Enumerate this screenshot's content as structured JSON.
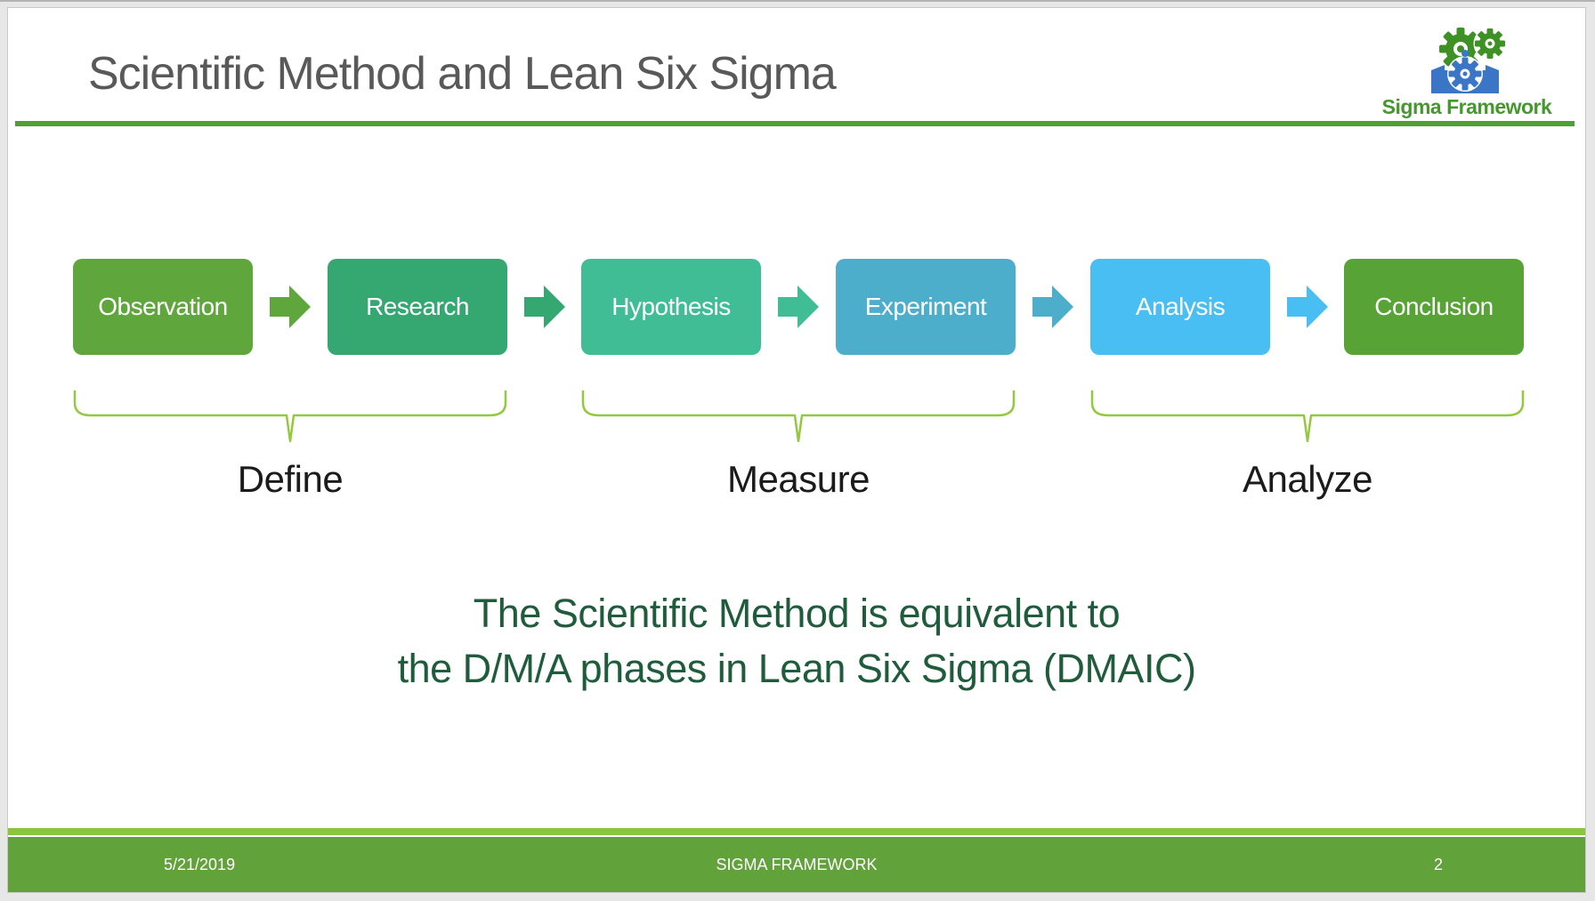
{
  "slide": {
    "title": "Scientific Method and Lean Six Sigma",
    "title_color": "#595959",
    "accent_line_color": "#4f9f33",
    "logo": {
      "text": "Sigma Framework",
      "text_color": "#44982e",
      "gear_color": "#3e9124",
      "blue_color": "#3a76c5"
    },
    "flow": {
      "steps": [
        {
          "label": "Observation",
          "color": "#5fa63d"
        },
        {
          "label": "Research",
          "color": "#35a872"
        },
        {
          "label": "Hypothesis",
          "color": "#41bd95"
        },
        {
          "label": "Experiment",
          "color": "#4caecb"
        },
        {
          "label": "Analysis",
          "color": "#49bef2"
        },
        {
          "label": "Conclusion",
          "color": "#57a335"
        }
      ]
    },
    "brace_color": "#94c83f",
    "phases": [
      "Define",
      "Measure",
      "Analyze"
    ],
    "message": {
      "line1": "The Scientific Method is equivalent to",
      "line2": "the D/M/A phases in Lean Six Sigma (DMAIC)",
      "color": "#1f5c3c"
    },
    "footer": {
      "date": "5/21/2019",
      "center": "SIGMA FRAMEWORK",
      "page": "2",
      "stripe_color": "#8bc53f",
      "bar_color": "#61a23b"
    }
  }
}
